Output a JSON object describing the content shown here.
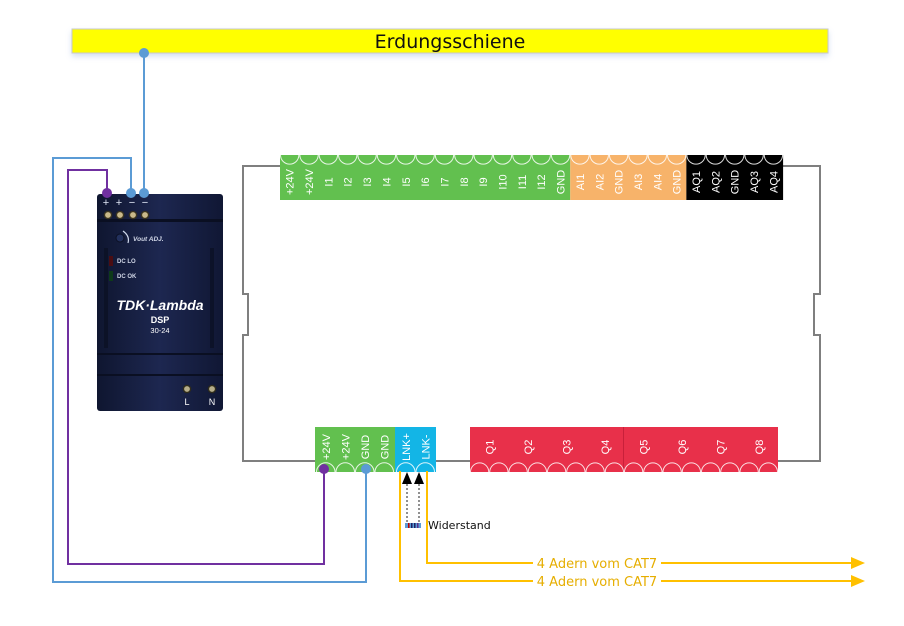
{
  "title": "Erdungsschiene",
  "colors": {
    "busbar": "#FFFF00",
    "ground_wire": "#5B9BD5",
    "plus_wire": "#7030A0",
    "cat_wire": "#FFC000",
    "green_block": "#62C04F",
    "orange_block": "#F7B36A",
    "black_block": "#000000",
    "red_block": "#E8304A",
    "cyan_block": "#13B5E6",
    "module_outline": "#7F7F7F",
    "psu_body": "#141C38"
  },
  "top_terminals": {
    "green": [
      "+24V",
      "+24V",
      "I1",
      "I2",
      "I3",
      "I4",
      "I5",
      "I6",
      "I7",
      "I8",
      "I9",
      "I10",
      "I11",
      "I12",
      "GND"
    ],
    "orange": [
      "AI1",
      "AI2",
      "GND",
      "AI3",
      "AI4",
      "GND"
    ],
    "black": [
      "AQ1",
      "AQ2",
      "GND",
      "AQ3",
      "AQ4"
    ]
  },
  "bottom_terminals": {
    "power": [
      "+24V",
      "+24V",
      "GND",
      "GND"
    ],
    "link": [
      "LNK+",
      "LNK-"
    ],
    "outputs": [
      "Q1",
      "Q2",
      "Q3",
      "Q4",
      "Q5",
      "Q6",
      "Q7",
      "Q8"
    ]
  },
  "psu": {
    "terminal_marks": [
      "+",
      "+",
      "−",
      "−"
    ],
    "vout_label": "Vout ADJ.",
    "led_lo": "DC LO",
    "led_ok": "DC OK",
    "brand": "TDK·Lambda",
    "model": "DSP",
    "rating": "30-24",
    "input_l": "L",
    "input_n": "N"
  },
  "resistor_label": "Widerstand",
  "cat_labels": [
    "4 Adern vom CAT7",
    "4 Adern vom CAT7"
  ]
}
